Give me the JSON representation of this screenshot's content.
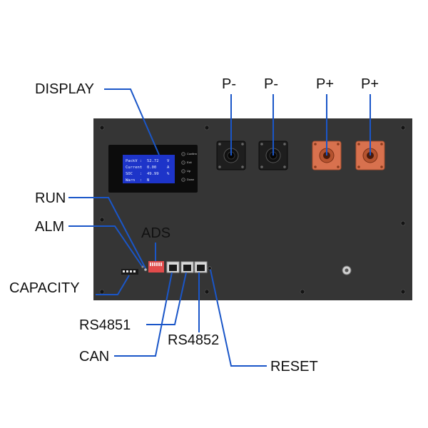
{
  "colors": {
    "panel": "#353535",
    "leader": "#1a56c8",
    "copper": "#d8714e",
    "lcd": "#1d34c9"
  },
  "labels": {
    "display": "DISPLAY",
    "run": "RUN",
    "alm": "ALM",
    "capacity": "CAPACITY",
    "ads": "ADS",
    "rs4851": "RS4851",
    "can": "CAN",
    "rs4852": "RS4852",
    "reset": "RESET",
    "p_minus_1": "P-",
    "p_minus_2": "P-",
    "p_plus_1": "P+",
    "p_plus_2": "P+"
  },
  "lcd": {
    "rows": [
      {
        "name": "PackV",
        "sep": ":",
        "value": "52.72",
        "unit": "V"
      },
      {
        "name": "Current",
        "sep": ":",
        "value": "0.00",
        "unit": "A"
      },
      {
        "name": "SOC",
        "sep": ":",
        "value": "49.99",
        "unit": "%"
      },
      {
        "name": "Warn",
        "sep": ":",
        "value": "N",
        "unit": ""
      }
    ]
  },
  "panel_buttons": [
    "Confirm",
    "Exit",
    "Up",
    "Down"
  ]
}
